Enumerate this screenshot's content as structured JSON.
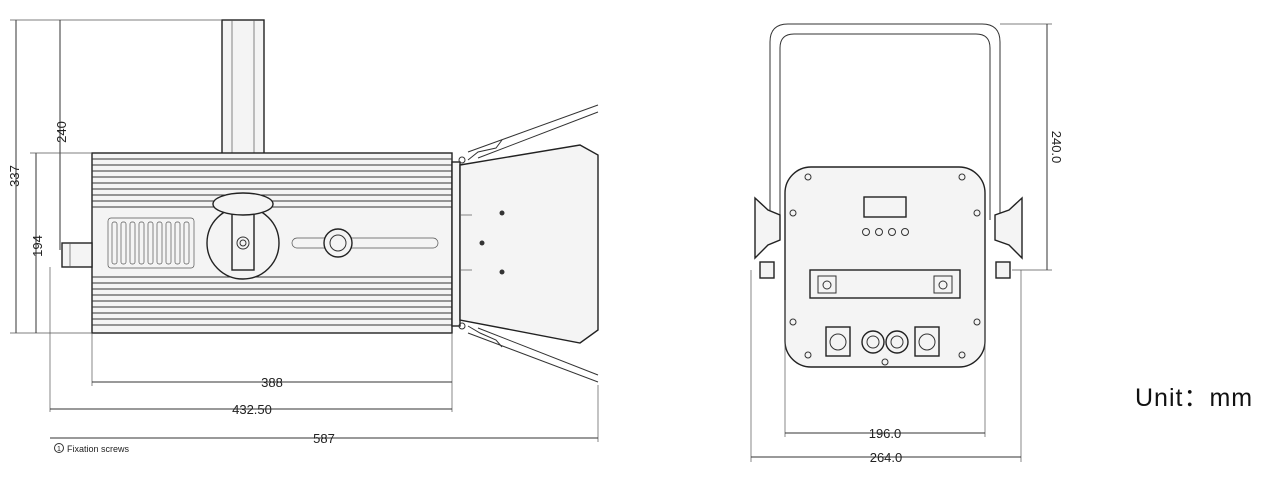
{
  "dimensions": {
    "total_height": "337",
    "top_height": "240",
    "body_height": "194",
    "body_length": "388",
    "length_no_doors": "432.50",
    "total_length": "587",
    "front_height": "240.0",
    "front_inner_width": "196.0",
    "front_outer_width": "264.0"
  },
  "legend": {
    "marker": "1",
    "fixation_label": "Fixation screws"
  },
  "unit_label": "Unit：mm",
  "colors": {
    "line": "#333333",
    "fill": "#f4f4f4",
    "text": "#222222"
  }
}
